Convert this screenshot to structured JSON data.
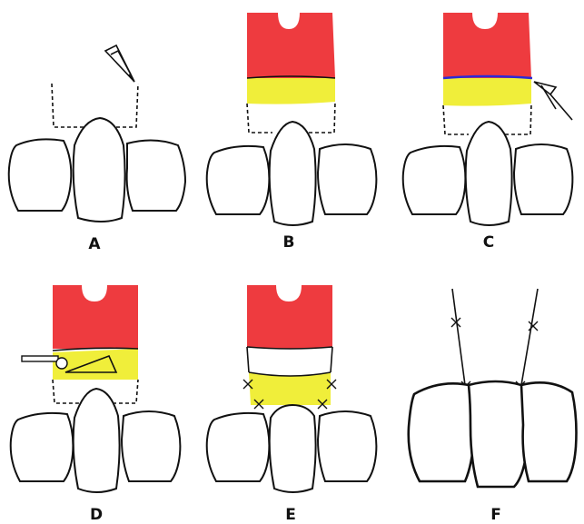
{
  "panels": [
    {
      "id": "A",
      "label": "A"
    },
    {
      "id": "B",
      "label": "B"
    },
    {
      "id": "C",
      "label": "C"
    },
    {
      "id": "D",
      "label": "D"
    },
    {
      "id": "E",
      "label": "E"
    },
    {
      "id": "F",
      "label": "F"
    }
  ],
  "colors": {
    "flap": "#ee3b3f",
    "graft": "#f0ee3a",
    "incision_line": "#2b2bd6",
    "outline": "#111111"
  }
}
